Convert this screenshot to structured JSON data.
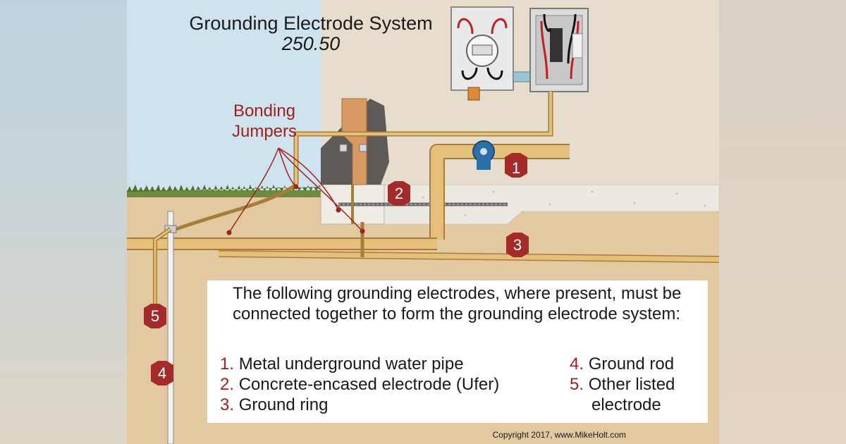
{
  "title": "Grounding Electrode System",
  "subtitle": "250.50",
  "bonding_label": [
    "Bonding",
    "Jumpers"
  ],
  "intro_text": "The following grounding electrodes, where present, must be connected together to form the grounding electrode system:",
  "electrodes_left": [
    {
      "num": "1.",
      "label": "Metal underground water pipe"
    },
    {
      "num": "2.",
      "label": "Concrete-encased electrode (Ufer)"
    },
    {
      "num": "3.",
      "label": "Ground ring"
    }
  ],
  "electrodes_right": [
    {
      "num": "4.",
      "label": "Ground rod"
    },
    {
      "num": "5.",
      "label": "Other listed"
    },
    {
      "num": "",
      "label": "electrode"
    }
  ],
  "markers": [
    "1",
    "2",
    "3",
    "4",
    "5"
  ],
  "copyright": "Copyright 2017, www.MikeHolt.com",
  "colors": {
    "sky": "#cfe3ef",
    "wall": "#e6ddcc",
    "soil": "#e2c9a1",
    "pipe": "#e6c07a",
    "pipe_outline": "#a57e3a",
    "marker": "#a52a2a",
    "jumper_line": "#a02020",
    "concrete": "#ece9e3"
  }
}
